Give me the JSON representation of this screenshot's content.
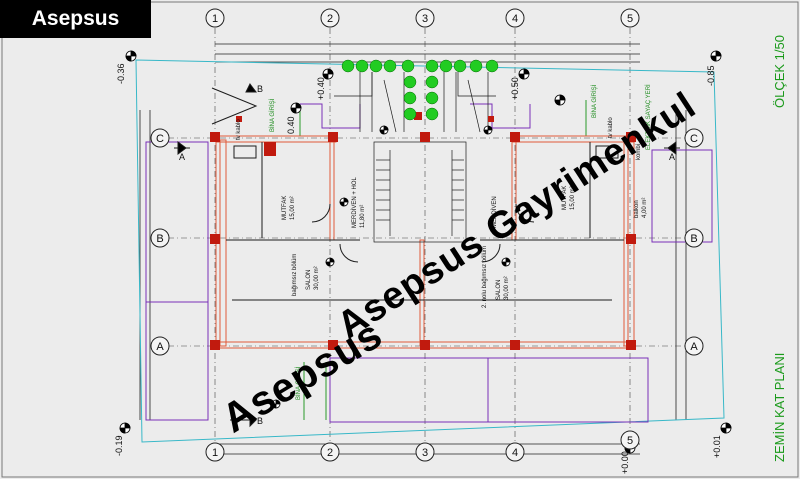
{
  "badge": "Asepsus",
  "watermark_top": "Asepsus Gayrimenkul",
  "watermark_bottom": "Asepsus",
  "scale_label": "ÖLÇEK 1/50",
  "plan_title": "ZEMİN KAT PLANI",
  "axes": {
    "numbers": [
      "1",
      "2",
      "3",
      "4",
      "5"
    ],
    "letters": [
      "C",
      "B",
      "A"
    ]
  },
  "levels": {
    "top_left": "-0.36",
    "top_right": "-0.85",
    "bottom_left": "-0.19",
    "bottom_mid": "+0.00",
    "bottom_right": "+0.01",
    "stair_left": "+0.40",
    "stair_right": "+0.50",
    "entry": "0.40"
  },
  "rooms": {
    "kitchen_left": {
      "name": "MUTFAK",
      "area": "15,00 m²"
    },
    "stair_hall": {
      "name": "MERDİVEN + HOL",
      "area": "11,80 m²"
    },
    "kitchen_right": {
      "name": "MUTFAK",
      "area": "15,00 m²"
    },
    "balcony": {
      "name": "balkon",
      "area": "4,00 m²"
    },
    "salon_left": {
      "name": "SALON",
      "area": "30,00 m²",
      "note": "bağımsız bölüm"
    },
    "salon_right": {
      "name": "SALON",
      "area": "30,00 m²",
      "note": "2. nolu bağımsız bölüm"
    },
    "merdiven_right": {
      "name": "MERDİVEN"
    }
  },
  "annotations": {
    "bina_girisi": "BİNA GİRİŞİ",
    "bina_girisi_2": "BİNA GİRİŞİ",
    "tv_kablo": "tv kablo",
    "elektrik_sayac": "ELEKTRİK SAYAÇ YERİ",
    "kombi": "kombi",
    "section_a": "A",
    "section_b": "B"
  },
  "colors": {
    "line": "#1c1c1c",
    "wall": "#e05a3a",
    "column": "#c11a0e",
    "green": "#2a9a2a",
    "purple": "#7a2fb8",
    "cyan": "#38b8c8",
    "tree": "#22cc22"
  }
}
